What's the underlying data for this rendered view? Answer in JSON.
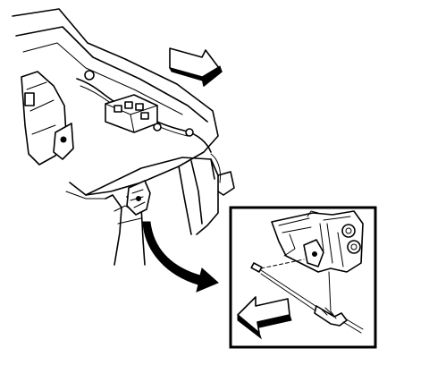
{
  "illustration": {
    "subject": "",
    "colors": {
      "line": "#000000",
      "background": "#ffffff"
    }
  },
  "arrows": [
    {
      "name": "direction-arrow-top"
    },
    {
      "name": "callout-curved-arrow"
    },
    {
      "name": "direction-arrow-inset"
    }
  ]
}
